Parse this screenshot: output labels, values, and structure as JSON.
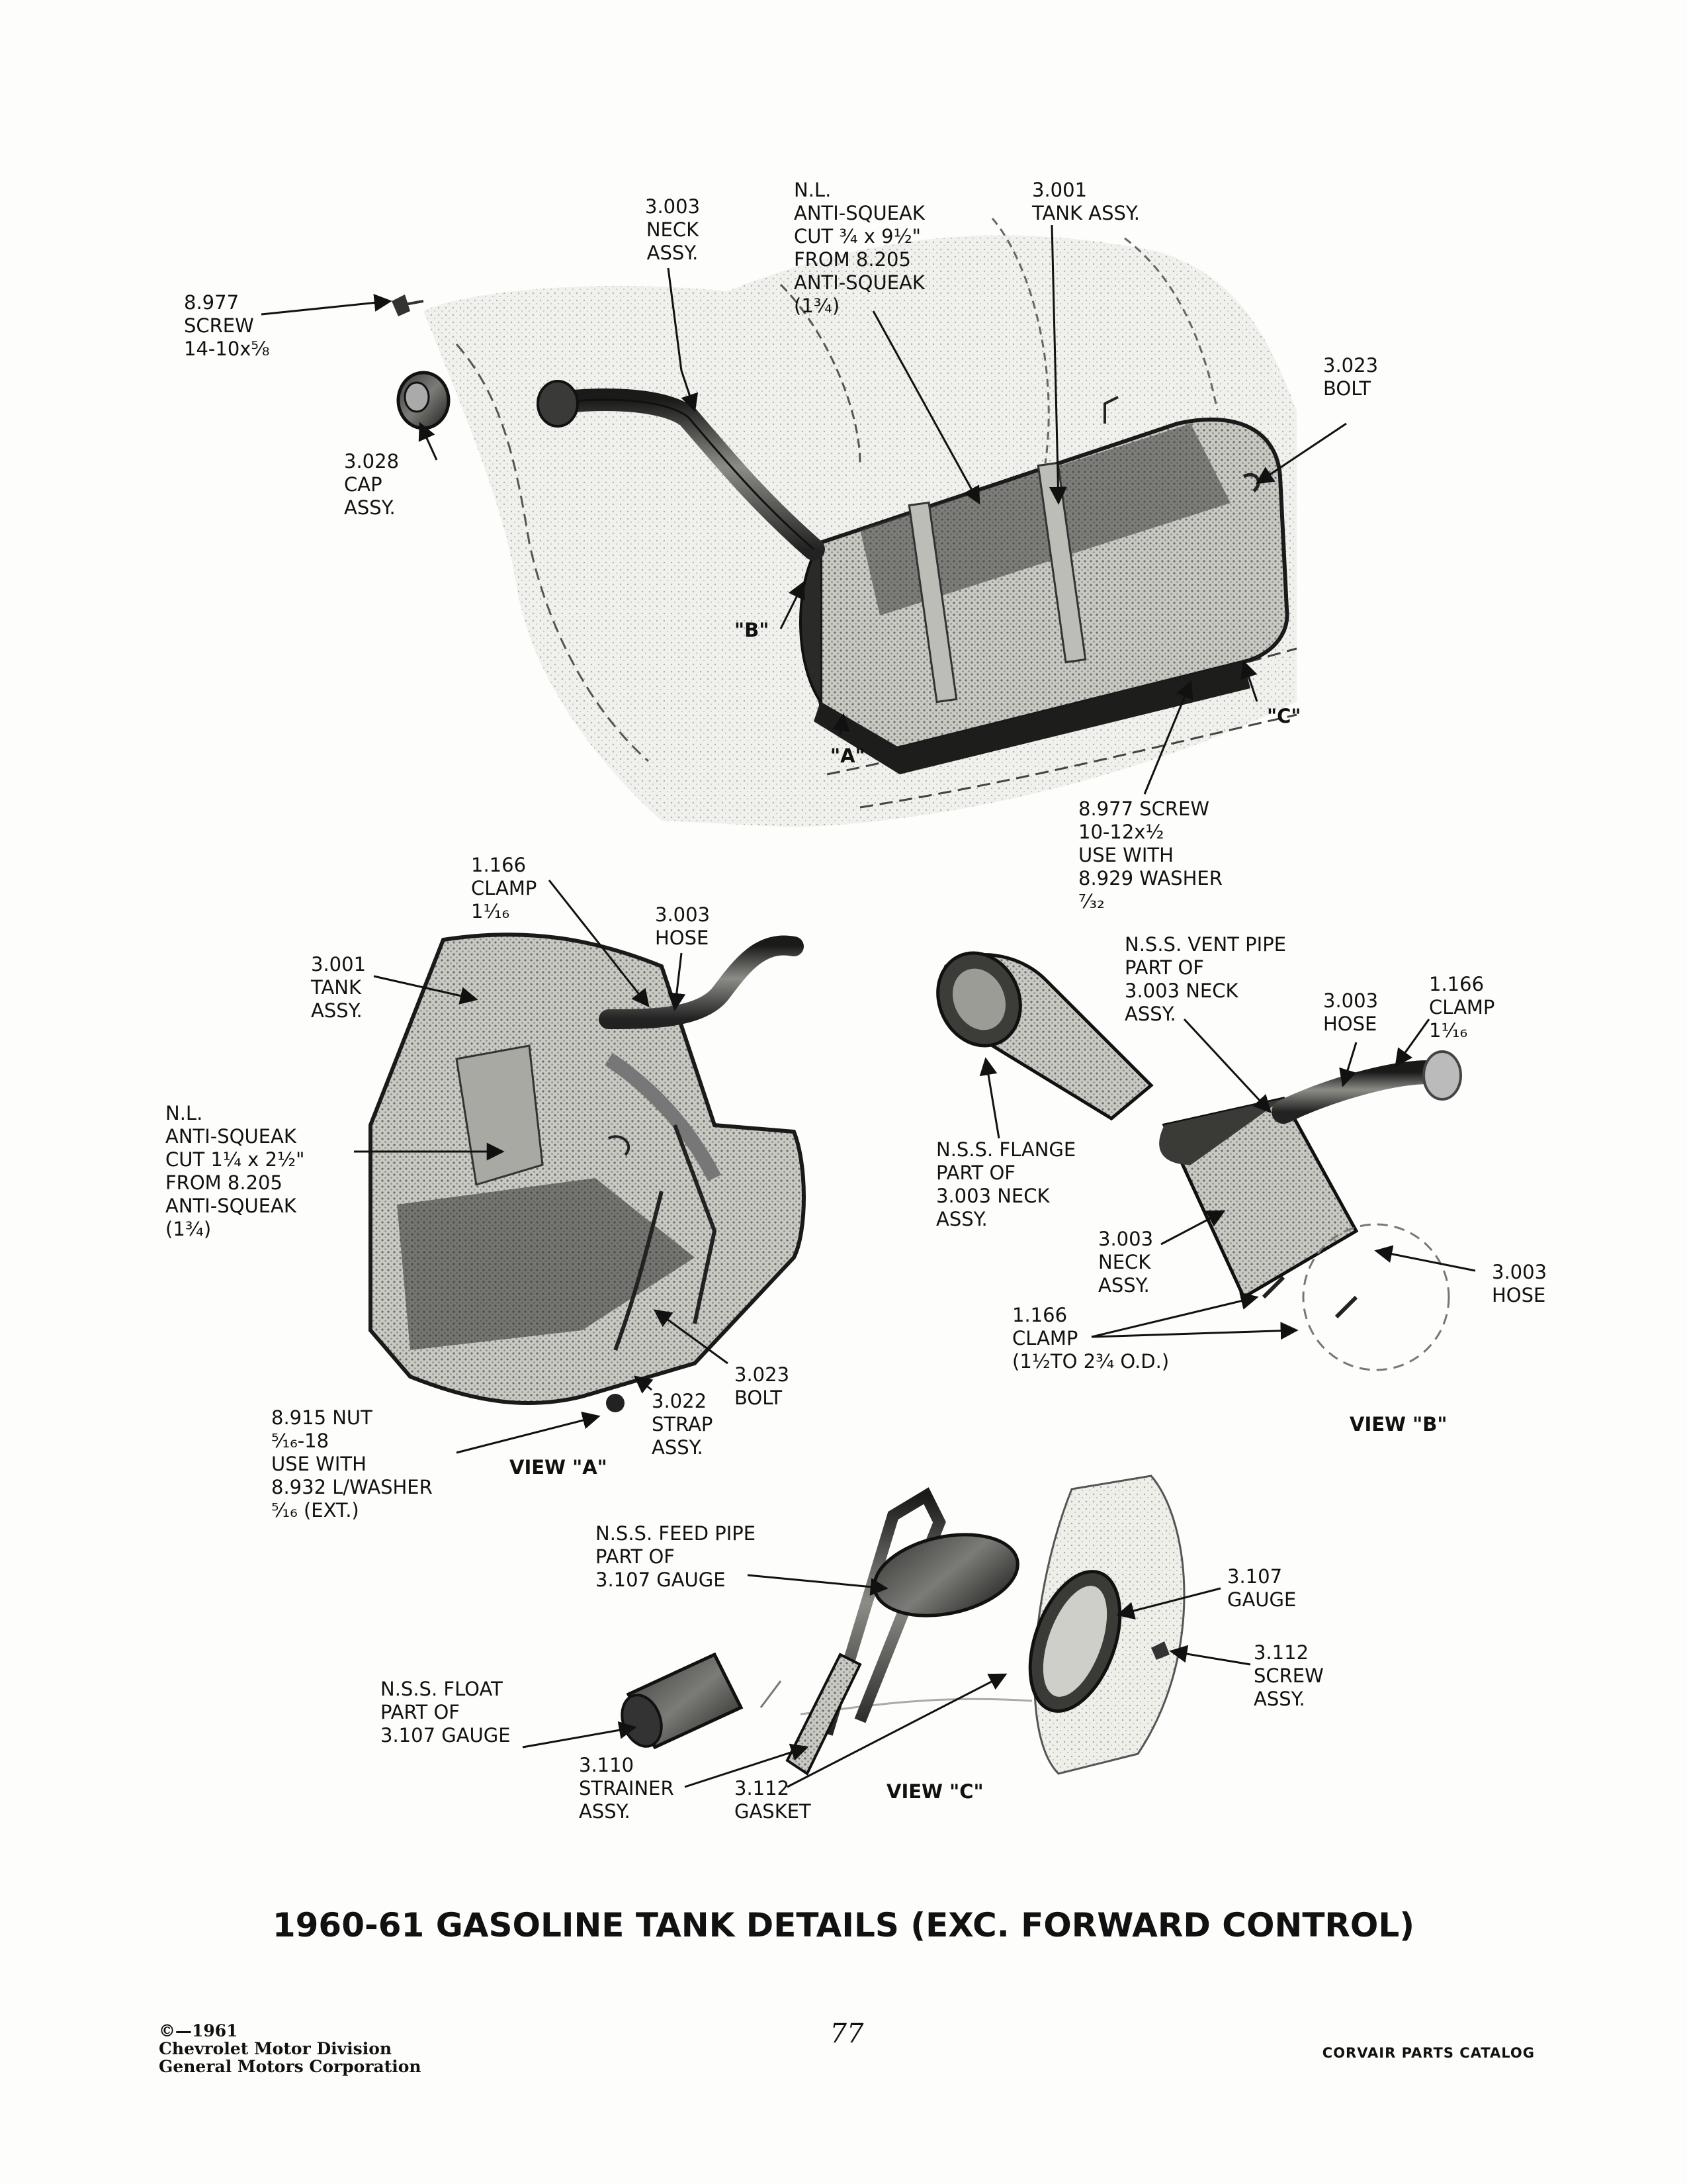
{
  "labels": {
    "screw_8977_top": [
      "8.977",
      "SCREW",
      "14-10x⅝"
    ],
    "neck_3003_top": [
      "3.003",
      "NECK",
      "ASSY."
    ],
    "antisqueak_top": [
      "N.L.",
      "ANTI-SQUEAK",
      "CUT ¾ x 9½\"",
      "FROM 8.205",
      "ANTI-SQUEAK",
      "(1¾)"
    ],
    "tank_3001_top": [
      "3.001",
      "TANK ASSY."
    ],
    "bolt_3023_top": [
      "3.023",
      "BOLT"
    ],
    "cap_3028": [
      "3.028",
      "CAP",
      "ASSY."
    ],
    "screw_8977_mid": [
      "8.977 SCREW",
      "10-12x½",
      "USE WITH",
      "8.929 WASHER",
      "⁷⁄₃₂"
    ],
    "clamp_1166_a": [
      "1.166",
      "CLAMP",
      "1¹⁄₁₆"
    ],
    "hose_3003_a": [
      "3.003",
      "HOSE"
    ],
    "tank_3001_a": [
      "3.001",
      "TANK",
      "ASSY."
    ],
    "antisqueak_a": [
      "N.L.",
      "ANTI-SQUEAK",
      "CUT 1¼ x 2½\"",
      "FROM 8.205",
      "ANTI-SQUEAK",
      "(1¾)"
    ],
    "bolt_3023_a": [
      "3.023",
      "BOLT"
    ],
    "strap_3022": [
      "3.022",
      "STRAP",
      "ASSY."
    ],
    "nut_8915": [
      "8.915 NUT",
      "⁵⁄₁₆-18",
      "USE WITH",
      "8.932 L/WASHER",
      "⁵⁄₁₆ (EXT.)"
    ],
    "vent_pipe": [
      "N.S.S. VENT PIPE",
      "PART OF",
      "3.003 NECK",
      "ASSY."
    ],
    "hose_3003_b1": [
      "3.003",
      "HOSE"
    ],
    "clamp_1166_b1": [
      "1.166",
      "CLAMP",
      "1¹⁄₁₆"
    ],
    "flange": [
      "N.S.S. FLANGE",
      "PART OF",
      "3.003 NECK",
      "ASSY."
    ],
    "neck_3003_b": [
      "3.003",
      "NECK",
      "ASSY."
    ],
    "hose_3003_b2": [
      "3.003",
      "HOSE"
    ],
    "clamp_1166_b2": [
      "1.166",
      "CLAMP",
      "(1½TO 2¾ O.D.)"
    ],
    "feed_pipe": [
      "N.S.S. FEED PIPE",
      "PART OF",
      "3.107 GAUGE"
    ],
    "gauge_3107": [
      "3.107",
      "GAUGE"
    ],
    "screw_3112": [
      "3.112",
      "SCREW",
      "ASSY."
    ],
    "float": [
      "N.S.S. FLOAT",
      "PART OF",
      "3.107 GAUGE"
    ],
    "strainer_3110": [
      "3.110",
      "STRAINER",
      "ASSY."
    ],
    "gasket_3112": [
      "3.112",
      "GASKET"
    ]
  },
  "callouts": {
    "b": "\"B\"",
    "a": "\"A\"",
    "c": "\"C\""
  },
  "views": {
    "a": "VIEW \"A\"",
    "b": "VIEW \"B\"",
    "c": "VIEW \"C\""
  },
  "title": "1960-61 GASOLINE TANK DETAILS (EXC. FORWARD CONTROL)",
  "footer": {
    "copyright": [
      "©—1961",
      "Chevrolet Motor Division",
      "General Motors Corporation"
    ],
    "page_number": "77",
    "catalog_name": "CORVAIR PARTS CATALOG"
  }
}
